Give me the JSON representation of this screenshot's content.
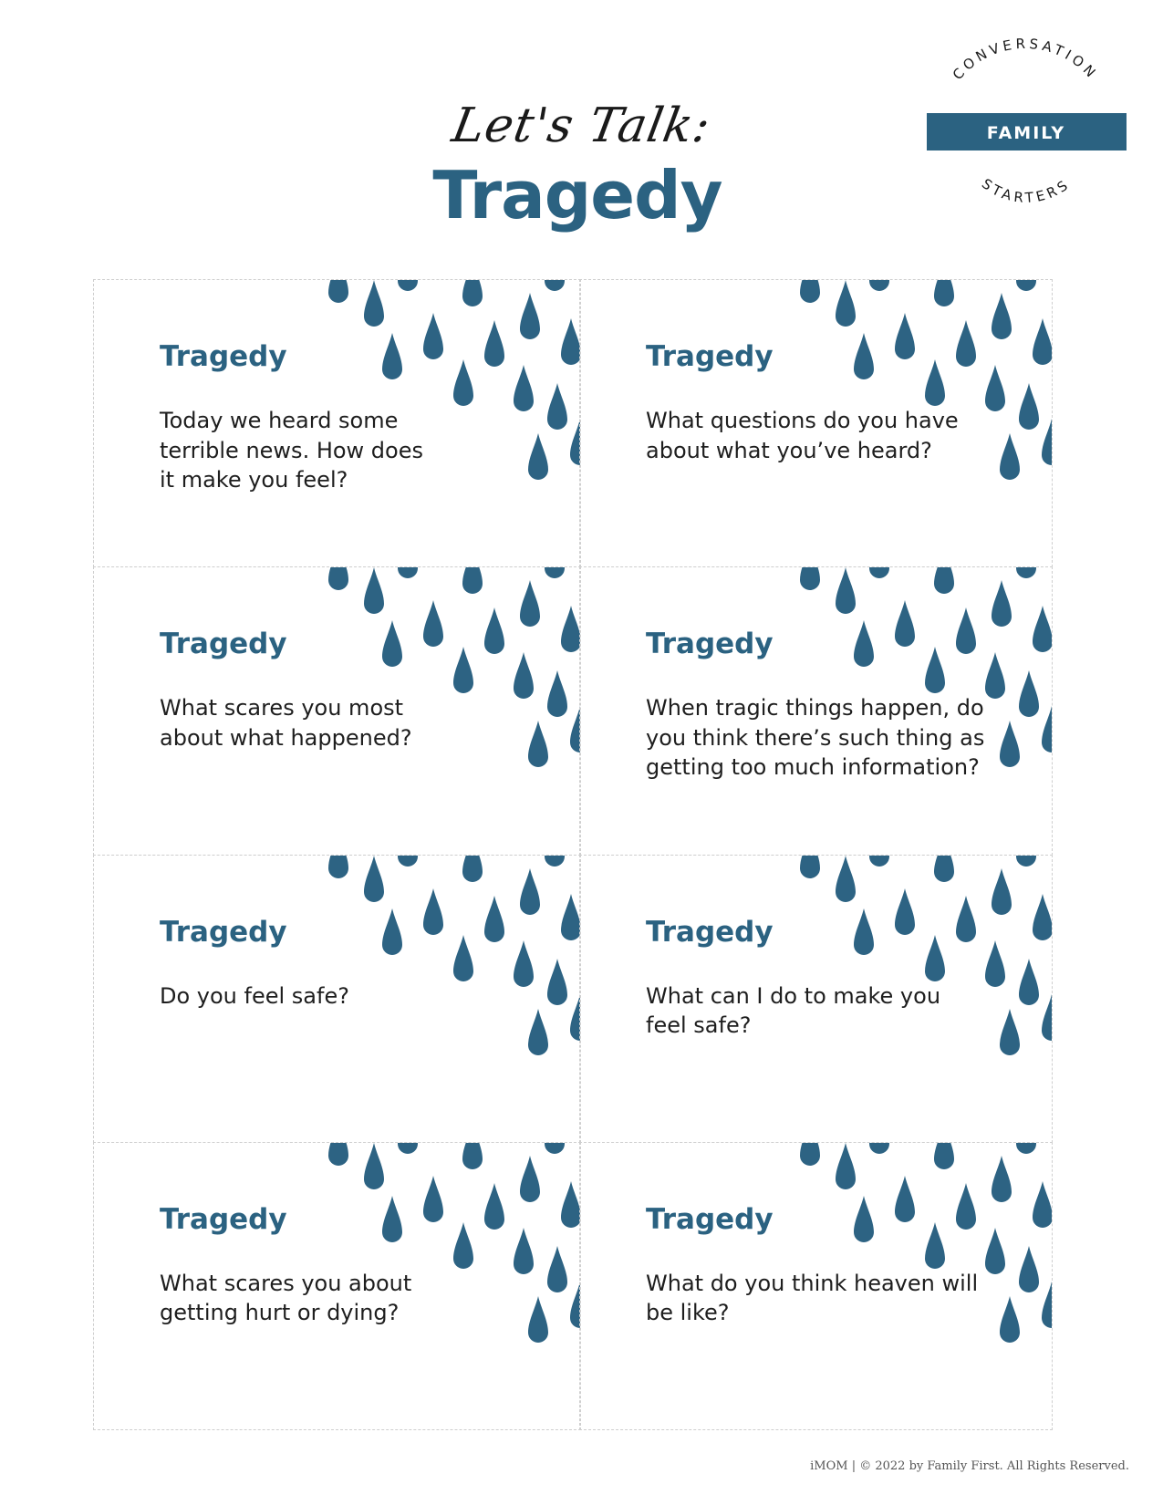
{
  "header": {
    "script_title": "Let's Talk:",
    "title": "Tragedy"
  },
  "logo": {
    "top_arc": "CONVERSATION",
    "banner": "FAMILY",
    "bottom_arc": "STARTERS",
    "banner_color": "#2b6281"
  },
  "colors": {
    "accent": "#2b6281",
    "drop": "#2d6383"
  },
  "cards": [
    {
      "title": "Tragedy",
      "question": "Today we heard some terrible news. How does it make you feel?"
    },
    {
      "title": "Tragedy",
      "question": "What questions do you have about what you’ve heard?"
    },
    {
      "title": "Tragedy",
      "question": "What scares you most about what happened?"
    },
    {
      "title": "Tragedy",
      "question": "When tragic things happen, do you think there’s such thing as getting too much information?"
    },
    {
      "title": "Tragedy",
      "question": "Do you feel safe?"
    },
    {
      "title": "Tragedy",
      "question": "What can I do to make you feel safe?"
    },
    {
      "title": "Tragedy",
      "question": "What scares you about getting hurt or dying?"
    },
    {
      "title": "Tragedy",
      "question": "What do you think heaven will be like?"
    }
  ],
  "footer": "iMOM | © 2022 by Family First. All Rights Reserved."
}
